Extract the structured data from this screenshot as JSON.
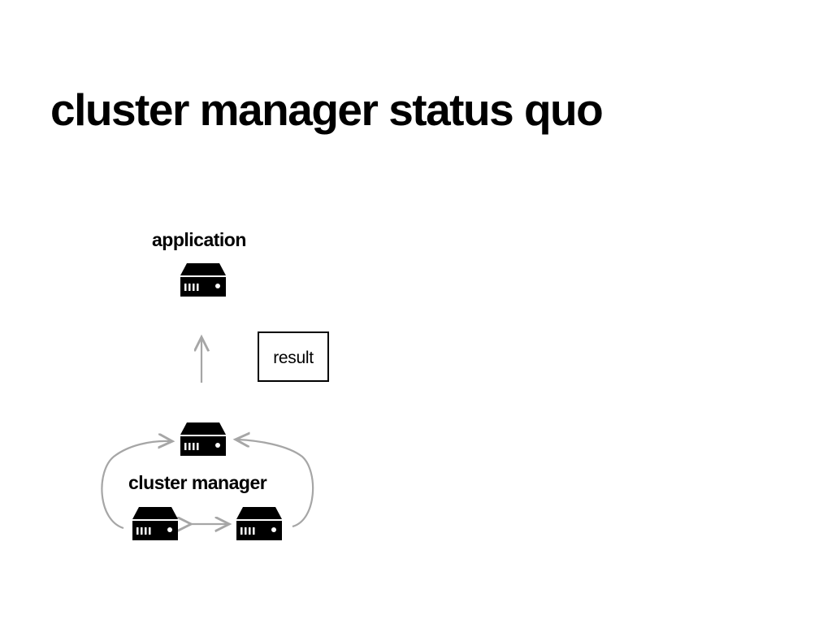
{
  "slide": {
    "title": "cluster manager status quo"
  },
  "diagram": {
    "nodes": {
      "application": {
        "label": "application",
        "icon": "server-icon"
      },
      "cluster_manager": {
        "label": "cluster manager",
        "icons": [
          "server-icon",
          "server-icon",
          "server-icon"
        ]
      }
    },
    "result_box": {
      "label": "result"
    },
    "colors": {
      "text": "#000000",
      "server": "#000000",
      "arrow": "#a6a6a6",
      "background": "#ffffff"
    }
  }
}
